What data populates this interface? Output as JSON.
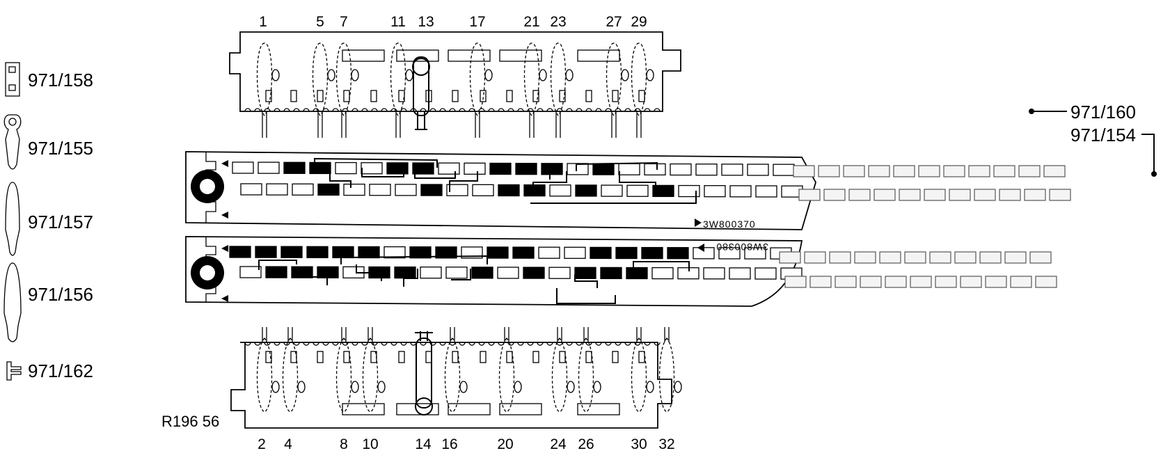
{
  "figure_ref": "R196 56",
  "parts": [
    {
      "key": "p158",
      "label": "971/158",
      "icon": "double-square-clip-icon"
    },
    {
      "key": "p155",
      "label": "971/155",
      "icon": "eyelet-pin-icon"
    },
    {
      "key": "p157",
      "label": "971/157",
      "icon": "short-pin-icon"
    },
    {
      "key": "p156",
      "label": "971/156",
      "icon": "long-pin-icon"
    },
    {
      "key": "p162",
      "label": "971/162",
      "icon": "comb-clip-icon"
    }
  ],
  "callouts": {
    "a": "971/160",
    "b": "971/154"
  },
  "boards": {
    "upper_code": "3W800370",
    "lower_code": "3W800380"
  },
  "top_numbers": [
    "1",
    "5",
    "7",
    "11",
    "13",
    "17",
    "21",
    "23",
    "27",
    "29"
  ],
  "bottom_numbers": [
    "2",
    "4",
    "8",
    "10",
    "14",
    "16",
    "20",
    "24",
    "26",
    "30",
    "32"
  ]
}
